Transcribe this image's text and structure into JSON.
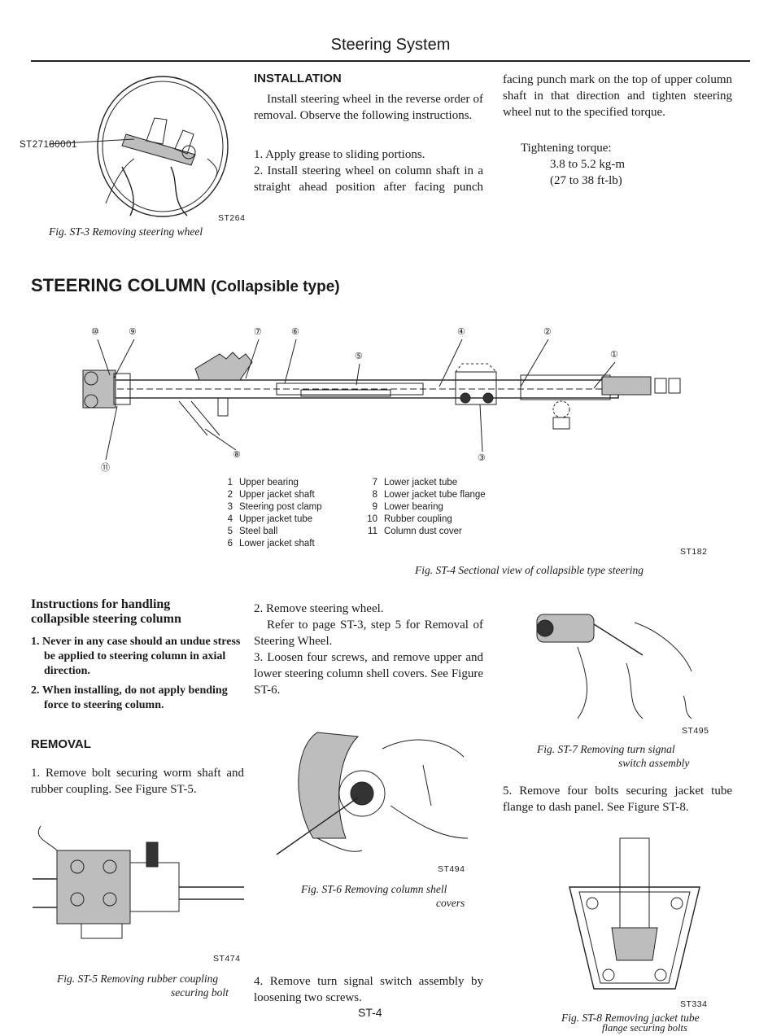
{
  "header": {
    "title": "Steering System"
  },
  "fig3": {
    "tool_code": "ST27180001",
    "ref": "ST264",
    "caption": "Fig. ST-3  Removing steering wheel"
  },
  "installation": {
    "heading": "INSTALLATION",
    "intro": "Install steering wheel in the reverse order of removal. Observe the following instructions.",
    "step1": "1.   Apply grease to sliding portions.",
    "step2": "2.   Install steering wheel on column shaft in a straight ahead position after facing punch mark on the top of upper column shaft in that direction and tighten steering wheel nut to the specified torque.",
    "torque_label": "Tightening torque:",
    "torque_value1": "3.8 to 5.2 kg-m",
    "torque_value2": "(27 to 38 ft-lb)"
  },
  "section": {
    "heading_main": "STEERING COLUMN",
    "heading_sub": "(Collapsible type)"
  },
  "fig4": {
    "callouts": [
      "10",
      "9",
      "7",
      "6",
      "5",
      "4",
      "2",
      "1",
      "11",
      "8",
      "3"
    ],
    "legend_left": [
      {
        "n": "1",
        "t": "Upper bearing"
      },
      {
        "n": "2",
        "t": "Upper jacket shaft"
      },
      {
        "n": "3",
        "t": "Steering post clamp"
      },
      {
        "n": "4",
        "t": "Upper jacket tube"
      },
      {
        "n": "5",
        "t": "Steel ball"
      },
      {
        "n": "6",
        "t": "Lower jacket shaft"
      }
    ],
    "legend_right": [
      {
        "n": "7",
        "t": "Lower jacket tube"
      },
      {
        "n": "8",
        "t": "Lower jacket tube flange"
      },
      {
        "n": "9",
        "t": "Lower bearing"
      },
      {
        "n": "10",
        "t": "Rubber coupling"
      },
      {
        "n": "11",
        "t": "Column dust cover"
      }
    ],
    "ref": "ST182",
    "caption": "Fig. ST-4  Sectional view of collapsible type steering"
  },
  "handling": {
    "heading1": "Instructions for handling",
    "heading2": "collapsible steering column",
    "item1": "1. Never in any case should an undue stress be applied to steering column in axial direction.",
    "item2": "2. When installing, do not apply bending force to steering column."
  },
  "removal": {
    "heading": "REMOVAL",
    "step1": "1.   Remove bolt securing worm shaft and rubber coupling. See Figure ST-5."
  },
  "fig5": {
    "ref": "ST474",
    "caption1": "Fig. ST-5  Removing rubber coupling",
    "caption2": "securing bolt"
  },
  "mid": {
    "step2": "2.   Remove steering wheel.",
    "step2b": "Refer to page ST-3, step 5 for Removal of Steering Wheel.",
    "step3": "3.   Loosen four screws, and remove upper and lower steering column shell covers. See Figure ST-6."
  },
  "fig6": {
    "ref": "ST494",
    "caption1": "Fig. ST-6  Removing column shell",
    "caption2": "covers"
  },
  "step4": "4.   Remove turn signal switch assembly by loosening two screws.",
  "page_number": "ST-4",
  "fig7": {
    "ref": "ST495",
    "caption1": "Fig. ST-7  Removing turn signal",
    "caption2": "switch assembly"
  },
  "step5": "5.   Remove four bolts securing jacket tube flange to dash panel. See Figure ST-8.",
  "fig8": {
    "ref": "ST334",
    "caption1": "Fig. ST-8  Removing jacket tube",
    "caption2": "flange securing bolts"
  }
}
